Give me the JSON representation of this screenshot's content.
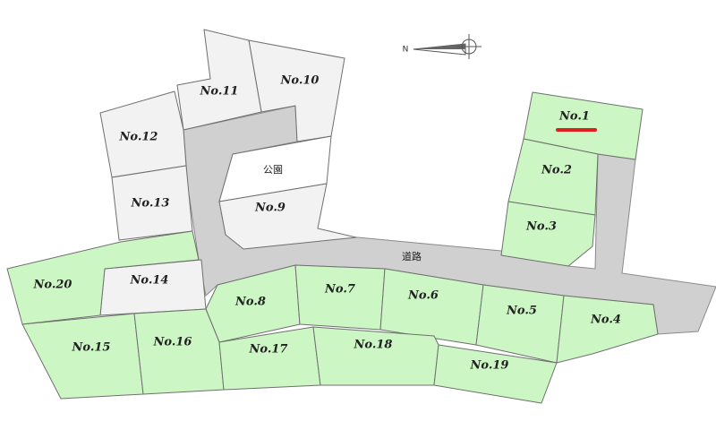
{
  "colors": {
    "available": "#ccf7c4",
    "sold": "#f2f2f2",
    "road": "#d0d0d0",
    "marker": "#dd1f1f"
  },
  "compass": {
    "label": "N",
    "icon": "north-arrow-icon"
  },
  "road": {
    "label": "道路"
  },
  "park": {
    "label": "公園"
  },
  "lots": [
    {
      "id": "1",
      "label": "No.1",
      "status": "available",
      "marked": true
    },
    {
      "id": "2",
      "label": "No.2",
      "status": "available"
    },
    {
      "id": "3",
      "label": "No.3",
      "status": "available"
    },
    {
      "id": "4",
      "label": "No.4",
      "status": "available"
    },
    {
      "id": "5",
      "label": "No.5",
      "status": "available"
    },
    {
      "id": "6",
      "label": "No.6",
      "status": "available"
    },
    {
      "id": "7",
      "label": "No.7",
      "status": "available"
    },
    {
      "id": "8",
      "label": "No.8",
      "status": "available"
    },
    {
      "id": "9",
      "label": "No.9",
      "status": "sold"
    },
    {
      "id": "10",
      "label": "No.10",
      "status": "sold"
    },
    {
      "id": "11",
      "label": "No.11",
      "status": "sold"
    },
    {
      "id": "12",
      "label": "No.12",
      "status": "sold"
    },
    {
      "id": "13",
      "label": "No.13",
      "status": "sold"
    },
    {
      "id": "14",
      "label": "No.14",
      "status": "sold"
    },
    {
      "id": "15",
      "label": "No.15",
      "status": "available"
    },
    {
      "id": "16",
      "label": "No.16",
      "status": "available"
    },
    {
      "id": "17",
      "label": "No.17",
      "status": "available"
    },
    {
      "id": "18",
      "label": "No.18",
      "status": "available"
    },
    {
      "id": "19",
      "label": "No.19",
      "status": "available"
    },
    {
      "id": "20",
      "label": "No.20",
      "status": "available"
    }
  ]
}
